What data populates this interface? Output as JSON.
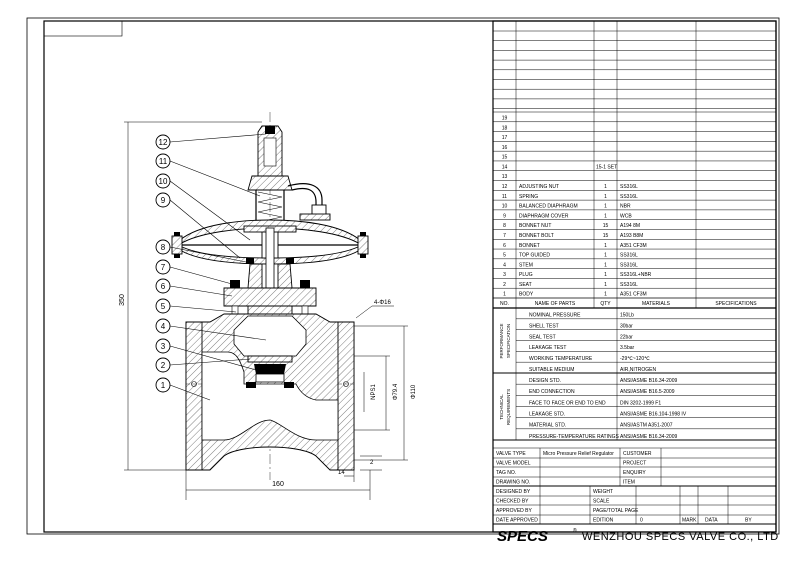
{
  "parts": [
    {
      "no": "19",
      "name": "",
      "qty": "",
      "material": "",
      "spec": ""
    },
    {
      "no": "18",
      "name": "",
      "qty": "",
      "material": "",
      "spec": ""
    },
    {
      "no": "17",
      "name": "",
      "qty": "",
      "material": "",
      "spec": ""
    },
    {
      "no": "16",
      "name": "",
      "qty": "",
      "material": "",
      "spec": ""
    },
    {
      "no": "15",
      "name": "",
      "qty": "",
      "material": "",
      "spec": ""
    },
    {
      "no": "14",
      "name": "",
      "qty": "",
      "material": "",
      "spec": ""
    },
    {
      "no": "13",
      "name": "",
      "qty": "",
      "material": "",
      "spec": ""
    },
    {
      "no": "12",
      "name": "ADJUSTING NUT",
      "qty": "1",
      "material": "SS316L",
      "spec": ""
    },
    {
      "no": "11",
      "name": "SPRING",
      "qty": "1",
      "material": "SS316L",
      "spec": ""
    },
    {
      "no": "10",
      "name": "BALANCED DIAPHRAGM",
      "qty": "1",
      "material": "NBR",
      "spec": ""
    },
    {
      "no": "9",
      "name": "DIAPHRAGM COVER",
      "qty": "1",
      "material": "WCB",
      "spec": ""
    },
    {
      "no": "8",
      "name": "BONNET NUT",
      "qty": "15",
      "material": "A194 8M",
      "spec": ""
    },
    {
      "no": "7",
      "name": "BONNET BOLT",
      "qty": "15",
      "material": "A193 B8M",
      "spec": ""
    },
    {
      "no": "6",
      "name": "BONNET",
      "qty": "1",
      "material": "A351 CF3M",
      "spec": ""
    },
    {
      "no": "5",
      "name": "TOP GUIDED",
      "qty": "1",
      "material": "SS316L",
      "spec": ""
    },
    {
      "no": "4",
      "name": "STEM",
      "qty": "1",
      "material": "SS316L",
      "spec": ""
    },
    {
      "no": "3",
      "name": "PLUG",
      "qty": "1",
      "material": "SS316L+NBR",
      "spec": ""
    },
    {
      "no": "2",
      "name": "SEAT",
      "qty": "1",
      "material": "SS316L",
      "spec": ""
    },
    {
      "no": "1",
      "name": "BODY",
      "qty": "1",
      "material": "A351 CF3M",
      "spec": ""
    }
  ],
  "row14_extra": "15-1 SET",
  "parts_header": {
    "no": "NO.",
    "name": "NAME OF PARTS",
    "qty": "QTY",
    "material": "MATERIALS",
    "spec": "SPECIFICATIONS"
  },
  "performance": {
    "section_label": "PERFORMANCE SPECIFICATION",
    "rows": [
      {
        "k": "NOMINAL PRESSURE",
        "v": "150Lb"
      },
      {
        "k": "SHELL TEST",
        "v": "30bar"
      },
      {
        "k": "SEAL TEST",
        "v": "22bar"
      },
      {
        "k": "LEAKAGE TEST",
        "v": "3.5bar"
      },
      {
        "k": "WORKING TEMPERATURE",
        "v": "-29℃~120℃"
      },
      {
        "k": "SUITABLE MEDIUM",
        "v": "AIR,NITROGEN"
      }
    ]
  },
  "technical": {
    "section_label": "TECHNICAL REQUIREMENTS",
    "rows": [
      {
        "k": "DESIGN STD.",
        "v": "ANSI/ASME B16.34-2009"
      },
      {
        "k": "END CONNECTION",
        "v": "ANSI/ASME B16.5-2009"
      },
      {
        "k": "FACE TO FACE OR END TO END",
        "v": "DIN 3202-1999 F1"
      },
      {
        "k": "LEAKAGE STD.",
        "v": "ANSI/ASME B16.104-1998 IV"
      },
      {
        "k": "MATERIAL STD.",
        "v": "ANSI/ASTM A351-2007"
      },
      {
        "k": "PRESSURE-TEMPERATURE RATINGS",
        "v": "ANSI/ASME B16.34-2009"
      }
    ]
  },
  "info": {
    "valve_type_label": "VALVE TYPE",
    "valve_type": "Micro Pressure Relief Regulator",
    "valve_model_label": "VALVE MODEL",
    "valve_model": "",
    "tag_no_label": "TAG NO.",
    "tag_no": "",
    "drawing_no_label": "DRAWING NO.",
    "drawing_no": "",
    "customer_label": "CUSTOMER",
    "project_label": "PROJECT",
    "enquiry_label": "ENQUIRY",
    "item_label": "ITEM"
  },
  "signoff": {
    "designed_by": "DESIGNED BY",
    "checked_by": "CHECKED BY",
    "approved_by": "APPROVED BY",
    "date_approved": "DATE APPROVED",
    "weight": "WEIGHT",
    "scale": "SCALE",
    "page_total": "PAGE/TOTAL PAGE",
    "edition": "EDITION",
    "edition_value": "0",
    "mark": "MARK",
    "date": "DATA",
    "by": "BY"
  },
  "company": {
    "logo": "SPECS",
    "name": "WENZHOU SPECS VALVE CO., LTD"
  },
  "dimensions": {
    "height": "350",
    "length": "160",
    "dn": "NPS1",
    "d1": "Φ79.4",
    "d2": "Φ110",
    "bolts": "4-Φ16",
    "flange_t": "14",
    "raised_face": "2"
  },
  "balloons": [
    "12",
    "11",
    "10",
    "9",
    "8",
    "7",
    "6",
    "5",
    "4",
    "3",
    "2",
    "1"
  ]
}
